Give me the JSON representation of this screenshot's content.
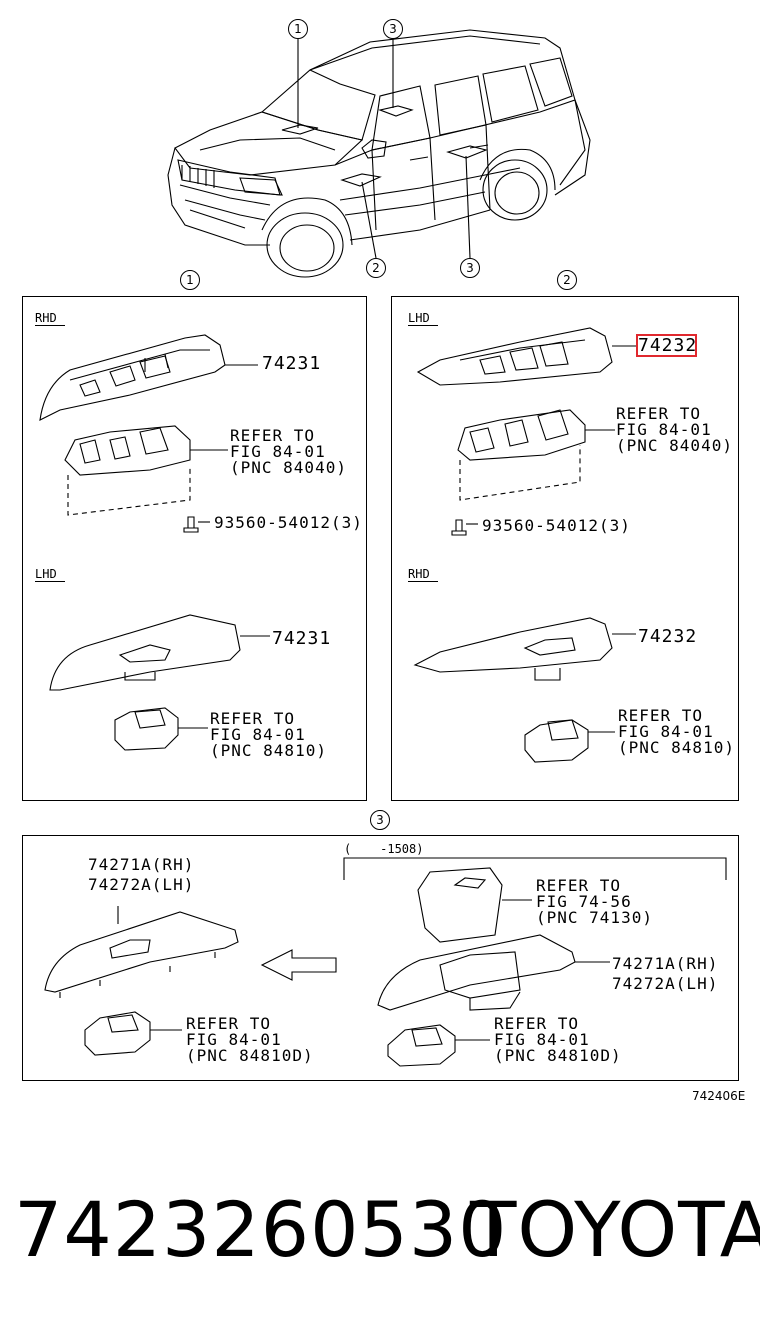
{
  "top": {
    "callout_1": "1",
    "callout_2_top": "3",
    "callout_2_bottom": "2",
    "callout_3_bottom": "3"
  },
  "panel1": {
    "callout": "1",
    "rhd": "RHD",
    "lhd": "LHD",
    "part_a": "74231",
    "refer_a": [
      "REFER TO",
      "FIG 84-01",
      "(PNC 84040)"
    ],
    "screw": "93560-54012(3)",
    "part_b": "74231",
    "refer_b": [
      "REFER TO",
      "FIG 84-01",
      "(PNC 84810)"
    ]
  },
  "panel2": {
    "callout": "2",
    "lhd": "LHD",
    "rhd": "RHD",
    "part_a": "74232",
    "refer_a": [
      "REFER TO",
      "FIG 84-01",
      "(PNC 84040)"
    ],
    "screw": "93560-54012(3)",
    "part_b": "74232",
    "refer_b": [
      "REFER TO",
      "FIG 84-01",
      "(PNC 84810)"
    ]
  },
  "panel3": {
    "callout": "3",
    "range": "(    -1508)",
    "left_parts": [
      "74271A(RH)",
      "74272A(LH)"
    ],
    "left_refer": [
      "REFER TO",
      "FIG 84-01",
      "(PNC 84810D)"
    ],
    "right_top_refer": [
      "REFER TO",
      "FIG 74-56",
      "(PNC 74130)"
    ],
    "right_parts": [
      "74271A(RH)",
      "74272A(LH)"
    ],
    "right_refer": [
      "REFER TO",
      "FIG 84-01",
      "(PNC 84810D)"
    ]
  },
  "diagram_code": "742406E",
  "footer": {
    "part_number": "7423260530",
    "brand": "TOYOTA"
  },
  "colors": {
    "highlight": "#e0282e",
    "line": "#000000",
    "background": "#ffffff"
  }
}
